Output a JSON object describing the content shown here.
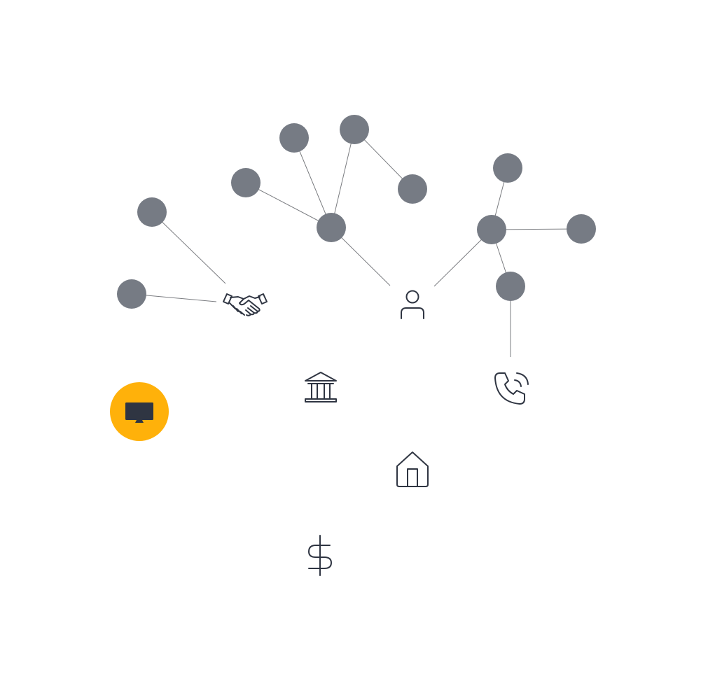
{
  "colors": {
    "background": "#ffffff",
    "node": "#767b84",
    "edge": "#7a7c80",
    "icon_stroke": "#2f3542",
    "accent": "#ffb10a",
    "monitor": "#2f3542"
  },
  "icons": [
    {
      "id": "handshake",
      "name": "handshake-icon"
    },
    {
      "id": "person",
      "name": "person-icon"
    },
    {
      "id": "bank",
      "name": "bank-icon"
    },
    {
      "id": "phone",
      "name": "phone-icon"
    },
    {
      "id": "home",
      "name": "home-icon"
    },
    {
      "id": "dollar",
      "name": "dollar-icon"
    },
    {
      "id": "monitor",
      "name": "monitor-icon",
      "highlighted": true
    }
  ],
  "nodes": [
    {
      "id": "n1"
    },
    {
      "id": "n2"
    },
    {
      "id": "n3"
    },
    {
      "id": "n4"
    },
    {
      "id": "n5"
    },
    {
      "id": "n6"
    },
    {
      "id": "n7"
    },
    {
      "id": "n8"
    },
    {
      "id": "n9"
    },
    {
      "id": "n10"
    },
    {
      "id": "n11"
    },
    {
      "id": "n12"
    }
  ],
  "edges": [
    [
      "n1",
      "handshake"
    ],
    [
      "n2",
      "handshake"
    ],
    [
      "n3",
      "n6"
    ],
    [
      "n4",
      "n6"
    ],
    [
      "n5",
      "n6"
    ],
    [
      "n5",
      "n7"
    ],
    [
      "n6",
      "person"
    ],
    [
      "person",
      "n9"
    ],
    [
      "n8",
      "n9"
    ],
    [
      "n9",
      "n10"
    ],
    [
      "n9",
      "n11"
    ],
    [
      "n11",
      "phone"
    ]
  ]
}
